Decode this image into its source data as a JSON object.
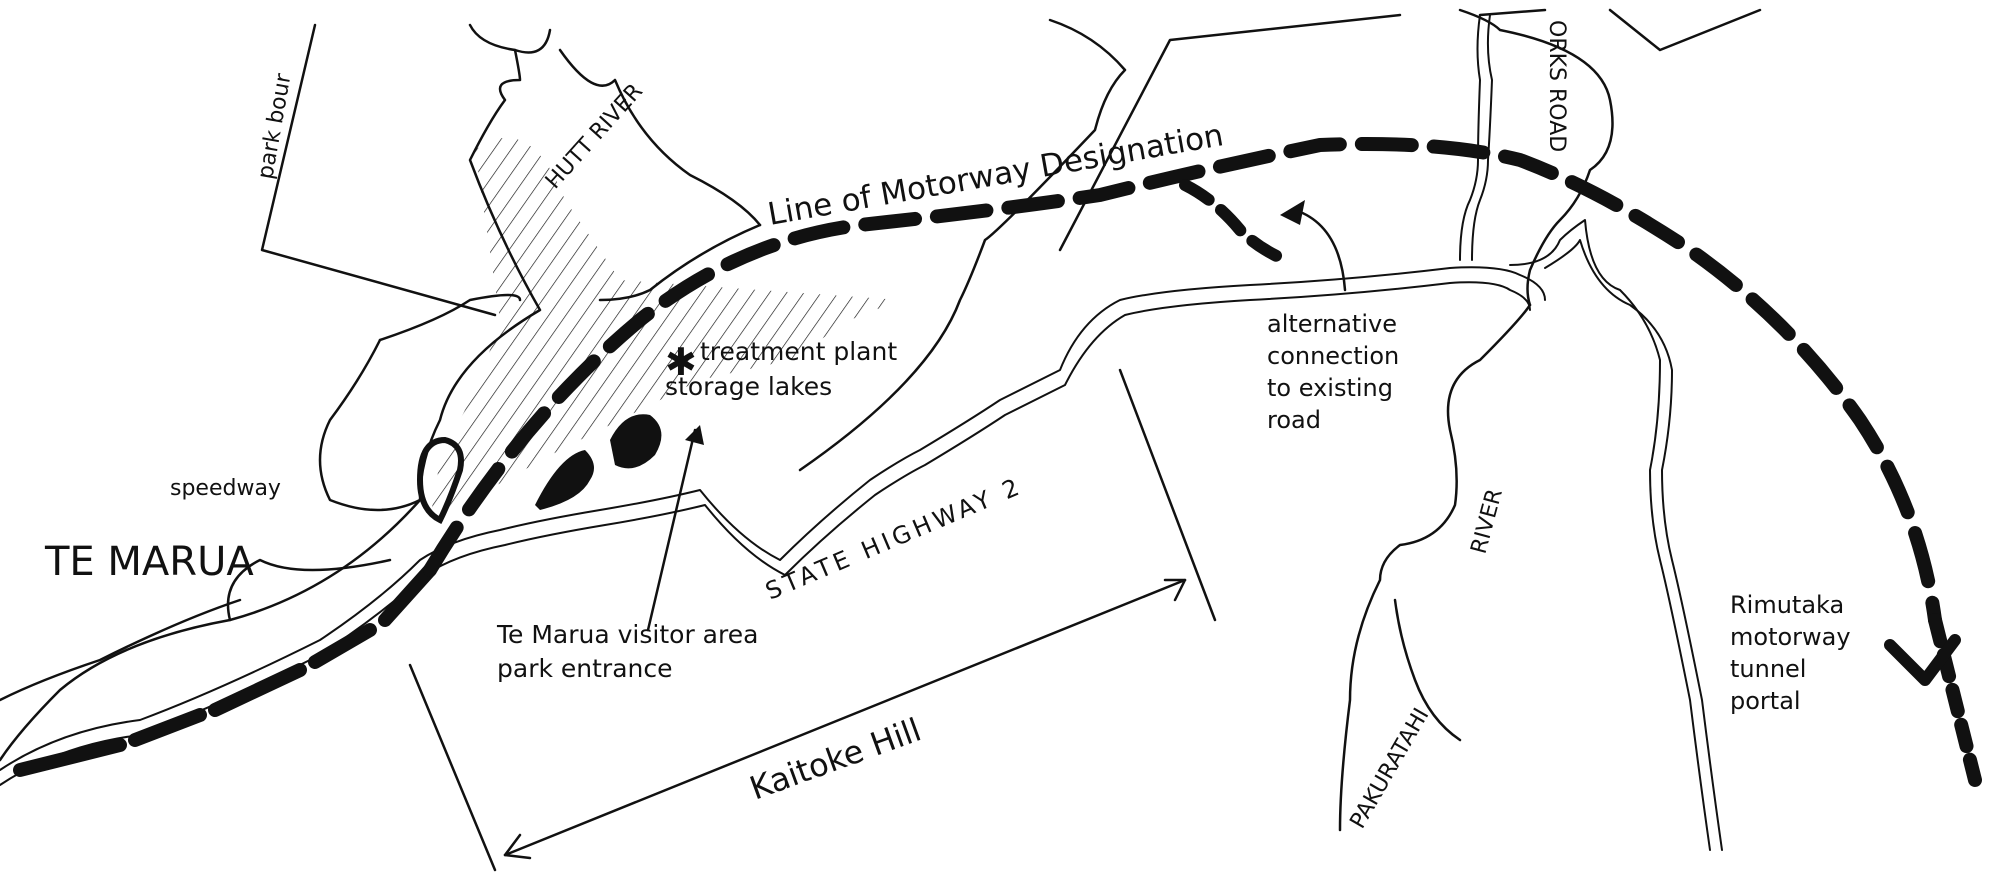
{
  "map": {
    "labels": {
      "park_boundary": "park bour",
      "hutt_river": "HUTT RIVER",
      "motorway_line": "Line of Motorway Designation",
      "works_road": "ORKS ROAD",
      "treatment_plant": "treatment plant",
      "storage_lakes": "storage lakes",
      "alternative_connection": [
        "alternative",
        "connection",
        "to existing",
        "road"
      ],
      "speedway": "speedway",
      "te_marua": "TE MARUA",
      "state_highway": "STATE HIGHWAY 2",
      "visitor_area": [
        "Te Marua visitor area",
        "park entrance"
      ],
      "pakuratahi_river_upper": "RIVER",
      "pakuratahi_river_lower": "PAKURATAHI",
      "tunnel_portal": [
        "Rimutaka",
        "motorway",
        "tunnel",
        "portal"
      ],
      "kaitoke_hill": "Kaitoke Hill"
    },
    "colors": {
      "ink": "#111111",
      "paper": "#ffffff"
    },
    "icons": {
      "treatment_plant_marker": "asterisk-icon"
    }
  }
}
